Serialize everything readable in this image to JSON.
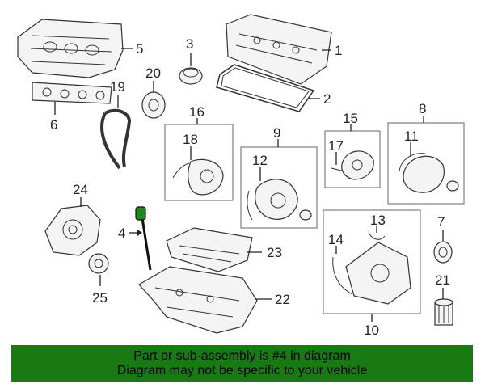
{
  "callouts": {
    "c1": "1",
    "c2": "2",
    "c3": "3",
    "c4": "4",
    "c5": "5",
    "c6": "6",
    "c7": "7",
    "c8": "8",
    "c9": "9",
    "c10": "10",
    "c11": "11",
    "c12": "12",
    "c13": "13",
    "c14": "14",
    "c15": "15",
    "c16": "16",
    "c17": "17",
    "c18": "18",
    "c19": "19",
    "c20": "20",
    "c21": "21",
    "c22": "22",
    "c23": "23",
    "c24": "24",
    "c25": "25"
  },
  "banner": {
    "line1": "Part or sub-assembly is #4 in diagram",
    "line2": "Diagram may not be specific to your vehicle",
    "background": "#187a12"
  },
  "highlight_color": "#1f8a1a"
}
